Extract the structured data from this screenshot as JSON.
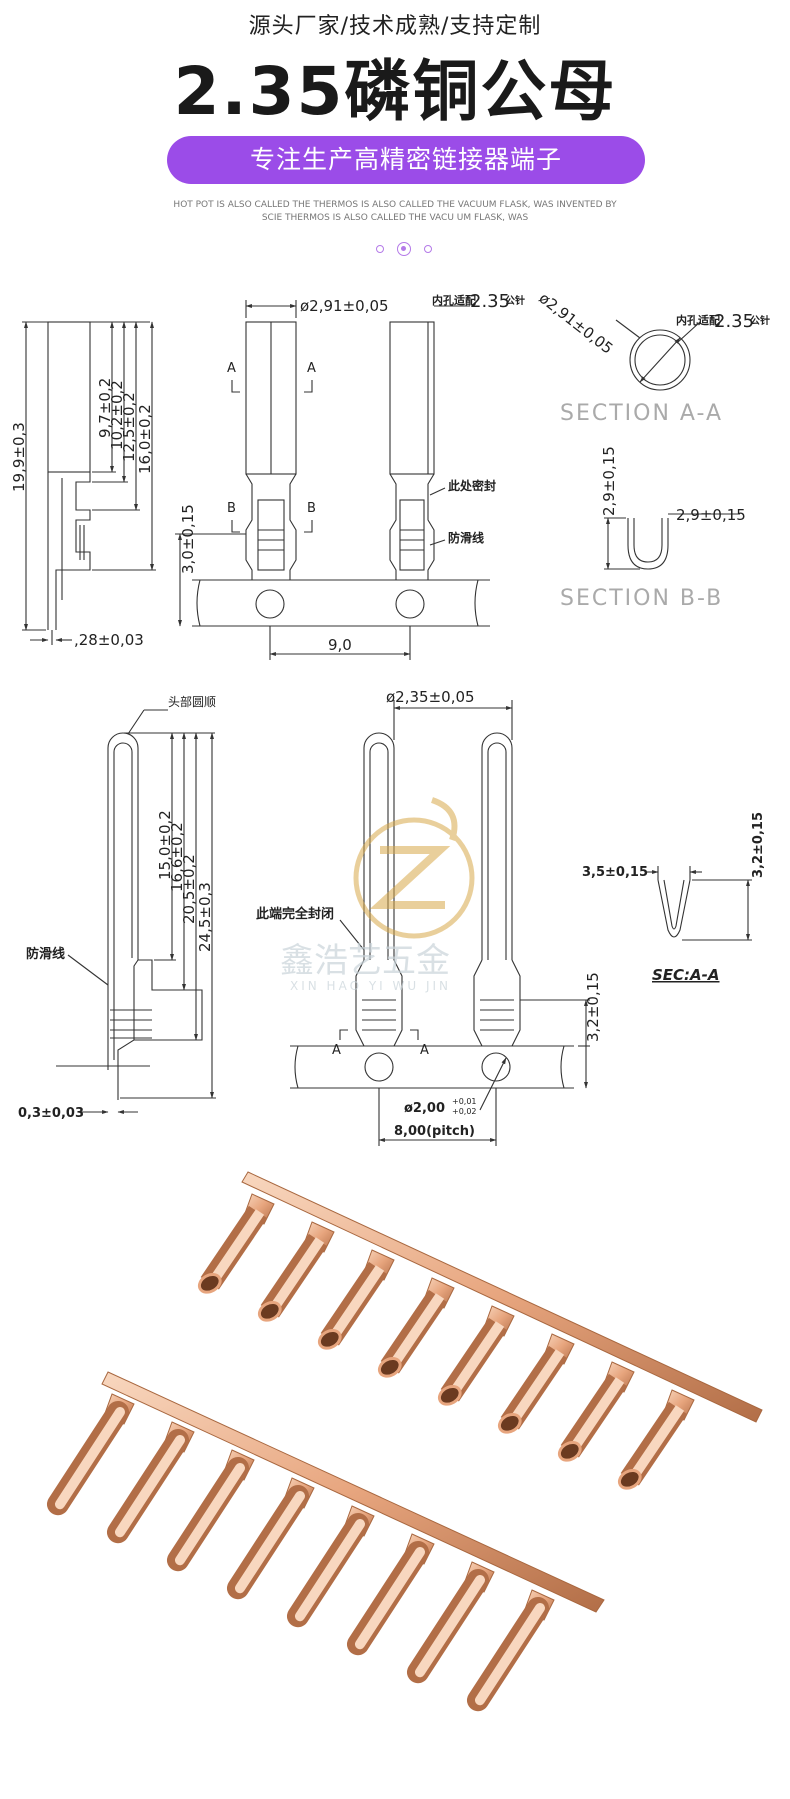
{
  "header": {
    "tagline": "源头厂家/技术成熟/支持定制",
    "title": "2.35磷铜公母",
    "banner": "专注生产高精密链接器端子",
    "fine_print_1": "HOT POT IS ALSO CALLED THE THERMOS IS ALSO CALLED THE VACUUM FLASK, WAS INVENTED BY",
    "fine_print_2": "SCIE THERMOS IS ALSO CALLED THE VACU  UM FLASK, WAS",
    "accent_color": "#9b4ce8"
  },
  "female_drawing": {
    "dim_diameter": "ø2,91±0,05",
    "dim_diameter_circle": "ø2,91±0,05",
    "note_fit": "内孔适配",
    "fit_size": "2.35",
    "fit_suffix": "公针",
    "note_seal": "此处密封",
    "note_antislip": "防滑线",
    "section_a": "SECTION A-A",
    "section_b": "SECTION B-B",
    "dim_total": "19,9±0,3",
    "dim_1": "9,7±0,2",
    "dim_2": "10,2±0,2",
    "dim_3": "12,5±0,2",
    "dim_4": "16,0±0,2",
    "dim_strip": "3,0±0,15",
    "dim_thickness": ",28±0,03",
    "dim_pitch": "9,0",
    "dim_b_height": "2,9±0,15",
    "dim_b_width": "2,9±0,15",
    "label_a": "A",
    "label_b": "B"
  },
  "male_drawing": {
    "note_head": "头部圆顺",
    "note_antislip": "防滑线",
    "note_closed": "此端完全封闭",
    "dim_diameter": "ø2,35±0,05",
    "dim_1": "15,0±0,2",
    "dim_2": "16,6±0,2",
    "dim_3": "20,5±0,2",
    "dim_4": "24,5±0,3",
    "dim_strip": "3,2±0,15",
    "dim_thickness": "0,3±0,03",
    "dim_hole": "ø2,00",
    "dim_hole_tol_up": "+0,01",
    "dim_hole_tol_low": "+0,02",
    "dim_pitch": "8,00(pitch)",
    "sec_width": "3,5±0,15",
    "sec_height": "3,2±0,15",
    "sec_label": "SEC:A-A",
    "watermark_text": "鑫浩艺五金",
    "watermark_pinyin": "XIN HAO YI WU JIN",
    "label_a": "A"
  },
  "photo": {
    "alt": "",
    "metal_color": "#e7a57e",
    "metal_highlight": "#f8d7bf",
    "metal_shadow": "#b26e47"
  }
}
